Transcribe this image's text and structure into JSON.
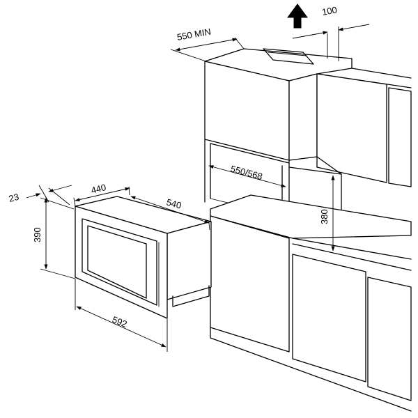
{
  "dimensions": {
    "clearance_top": "100",
    "cabinet_depth": "550 MIN",
    "niche_width": "550/568",
    "niche_height": "380",
    "frame_thickness": "23",
    "appliance_width_inner": "440",
    "appliance_depth": "540",
    "appliance_height": "390",
    "frame_width": "592"
  },
  "icons": {
    "airflow": "up-arrow-icon"
  }
}
